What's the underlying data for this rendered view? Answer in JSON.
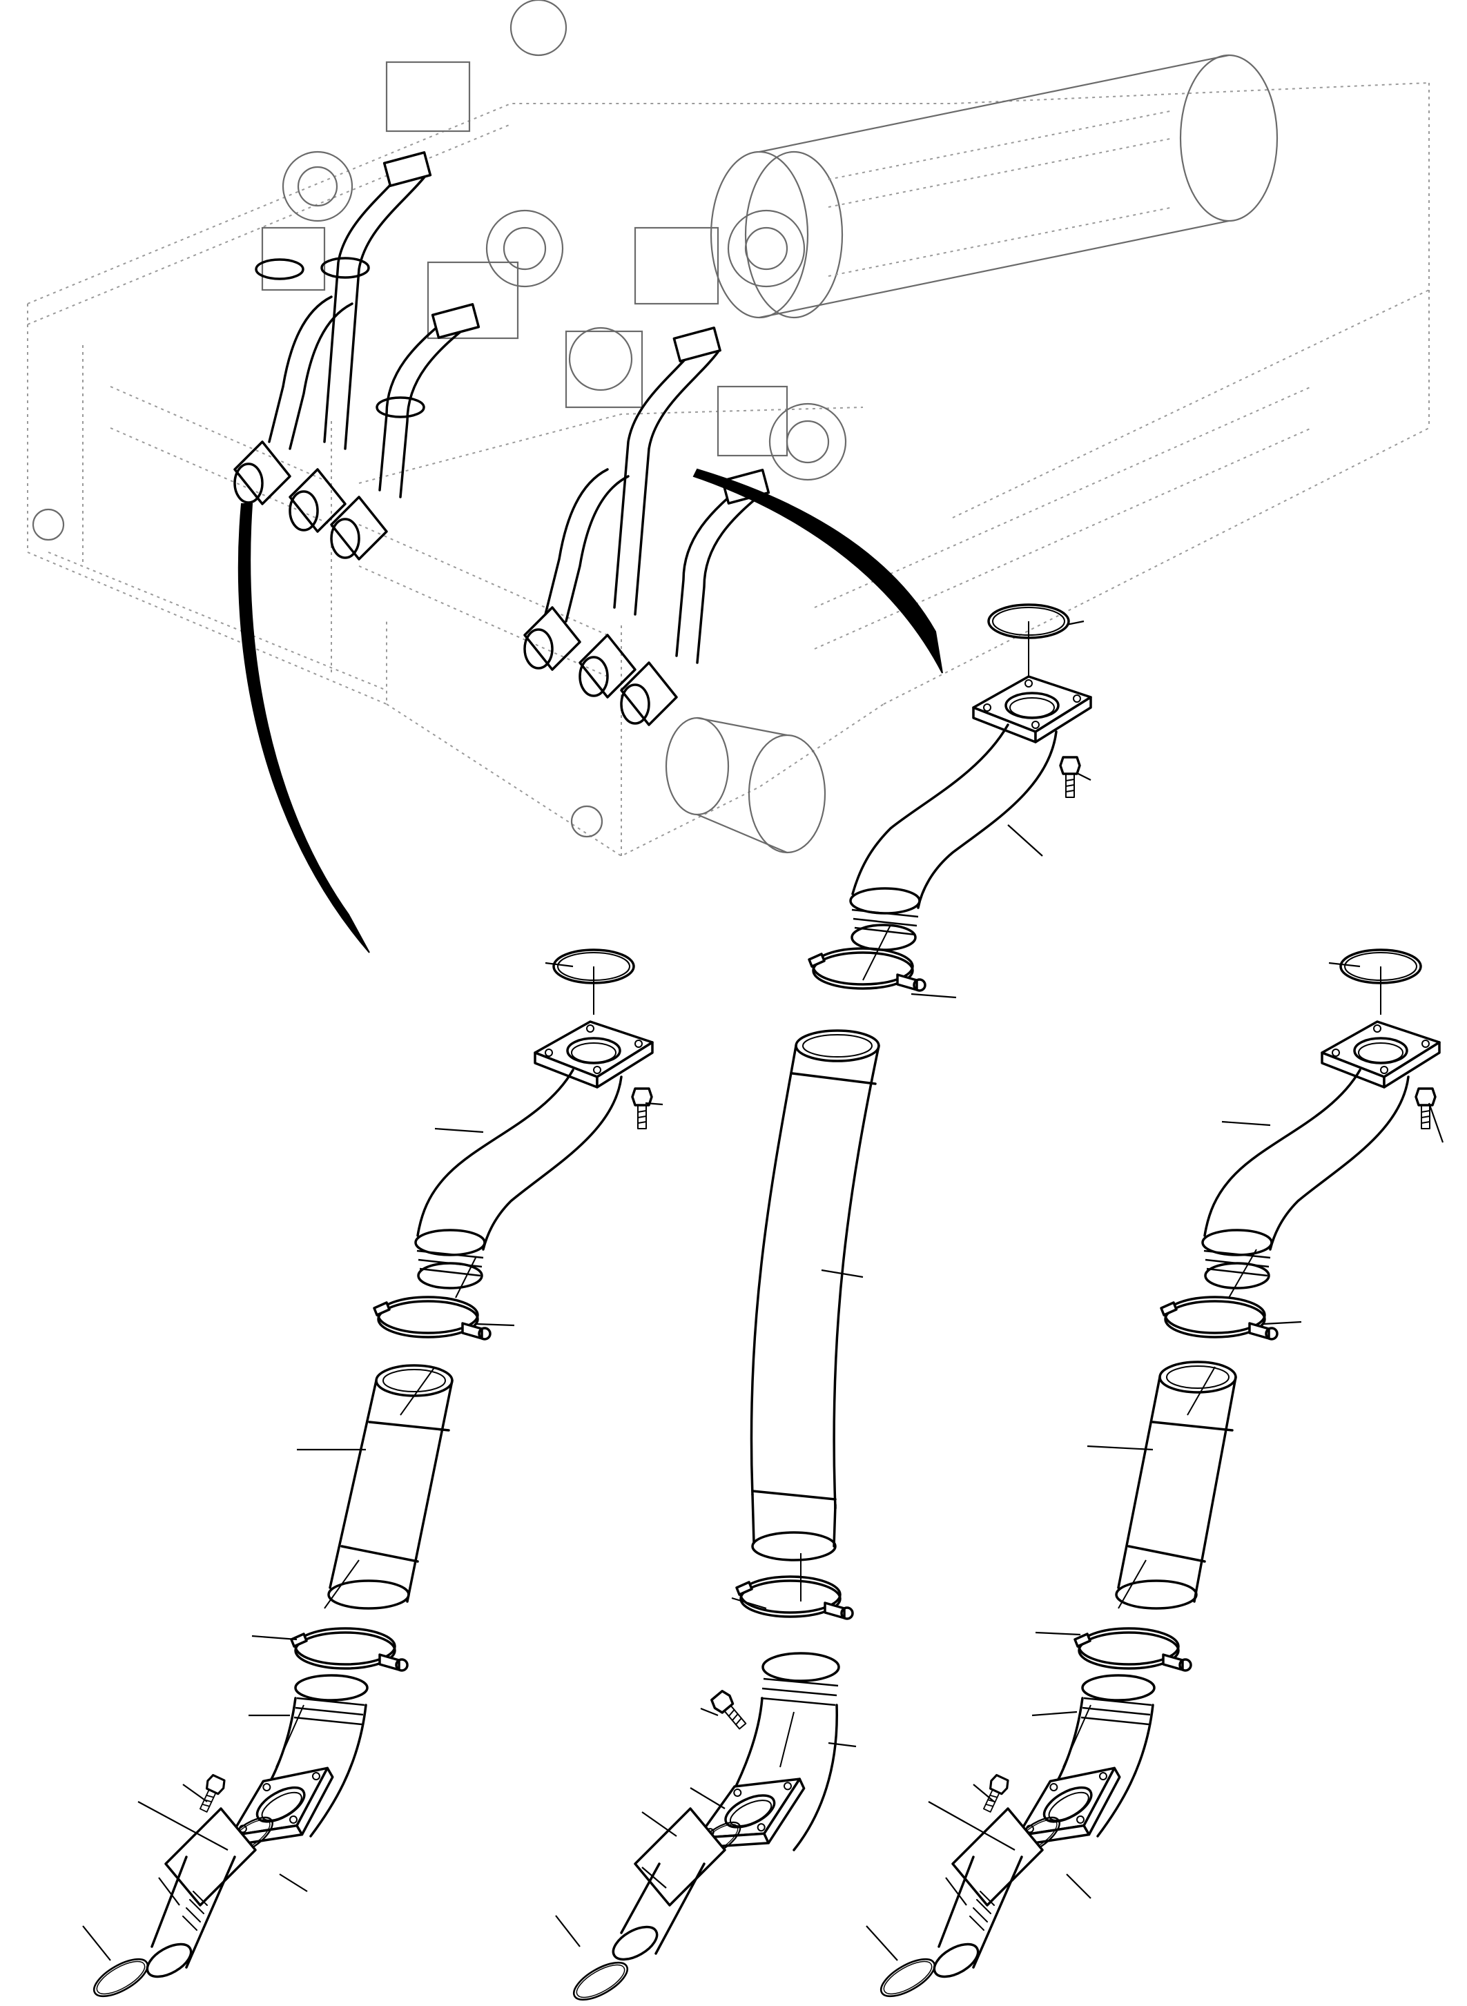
{
  "figure": {
    "kind": "exploded-parts-diagram",
    "callout_numbers_visible": false,
    "line_color": "#000000",
    "background_color": "#ffffff",
    "context_line_color": "#9a9a9a"
  },
  "views": {
    "machine_overview": {
      "show": true
    },
    "detail_assemblies": [
      {
        "id": "left"
      },
      {
        "id": "center"
      },
      {
        "id": "right"
      }
    ]
  }
}
